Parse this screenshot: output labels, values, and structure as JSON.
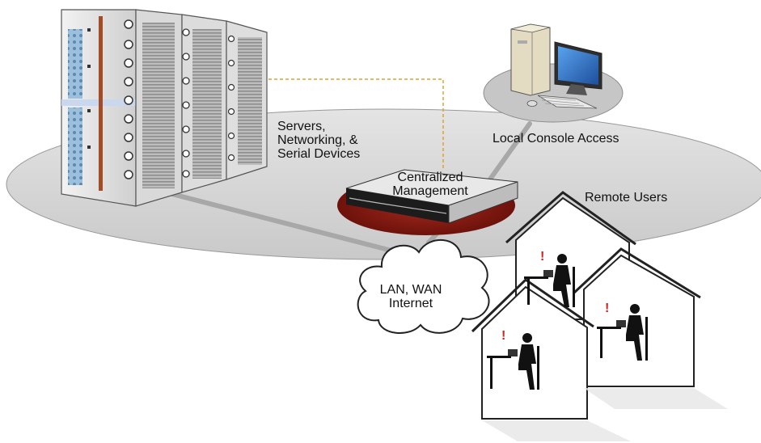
{
  "labels": {
    "servers": [
      "Servers,",
      "Networking, &",
      "Serial Devices"
    ],
    "console": "Local Console Access",
    "management": [
      "Centralized",
      "Management"
    ],
    "remote_users": "Remote Users",
    "network": [
      "LAN, WAN",
      "Internet"
    ]
  },
  "colors": {
    "ground_ellipse": "#d6d6d6",
    "mgmt_base": "#8b1a12",
    "dashed_link": "#e0a030",
    "rack_blue": "#7ea6c8",
    "monitor_screen": "#3a7fd0",
    "alert": "#d42020"
  },
  "icons": [
    "server-rack-icon",
    "desktop-computer-icon",
    "management-appliance-icon",
    "cloud-icon",
    "house-icon",
    "user-with-laptop-icon"
  ]
}
